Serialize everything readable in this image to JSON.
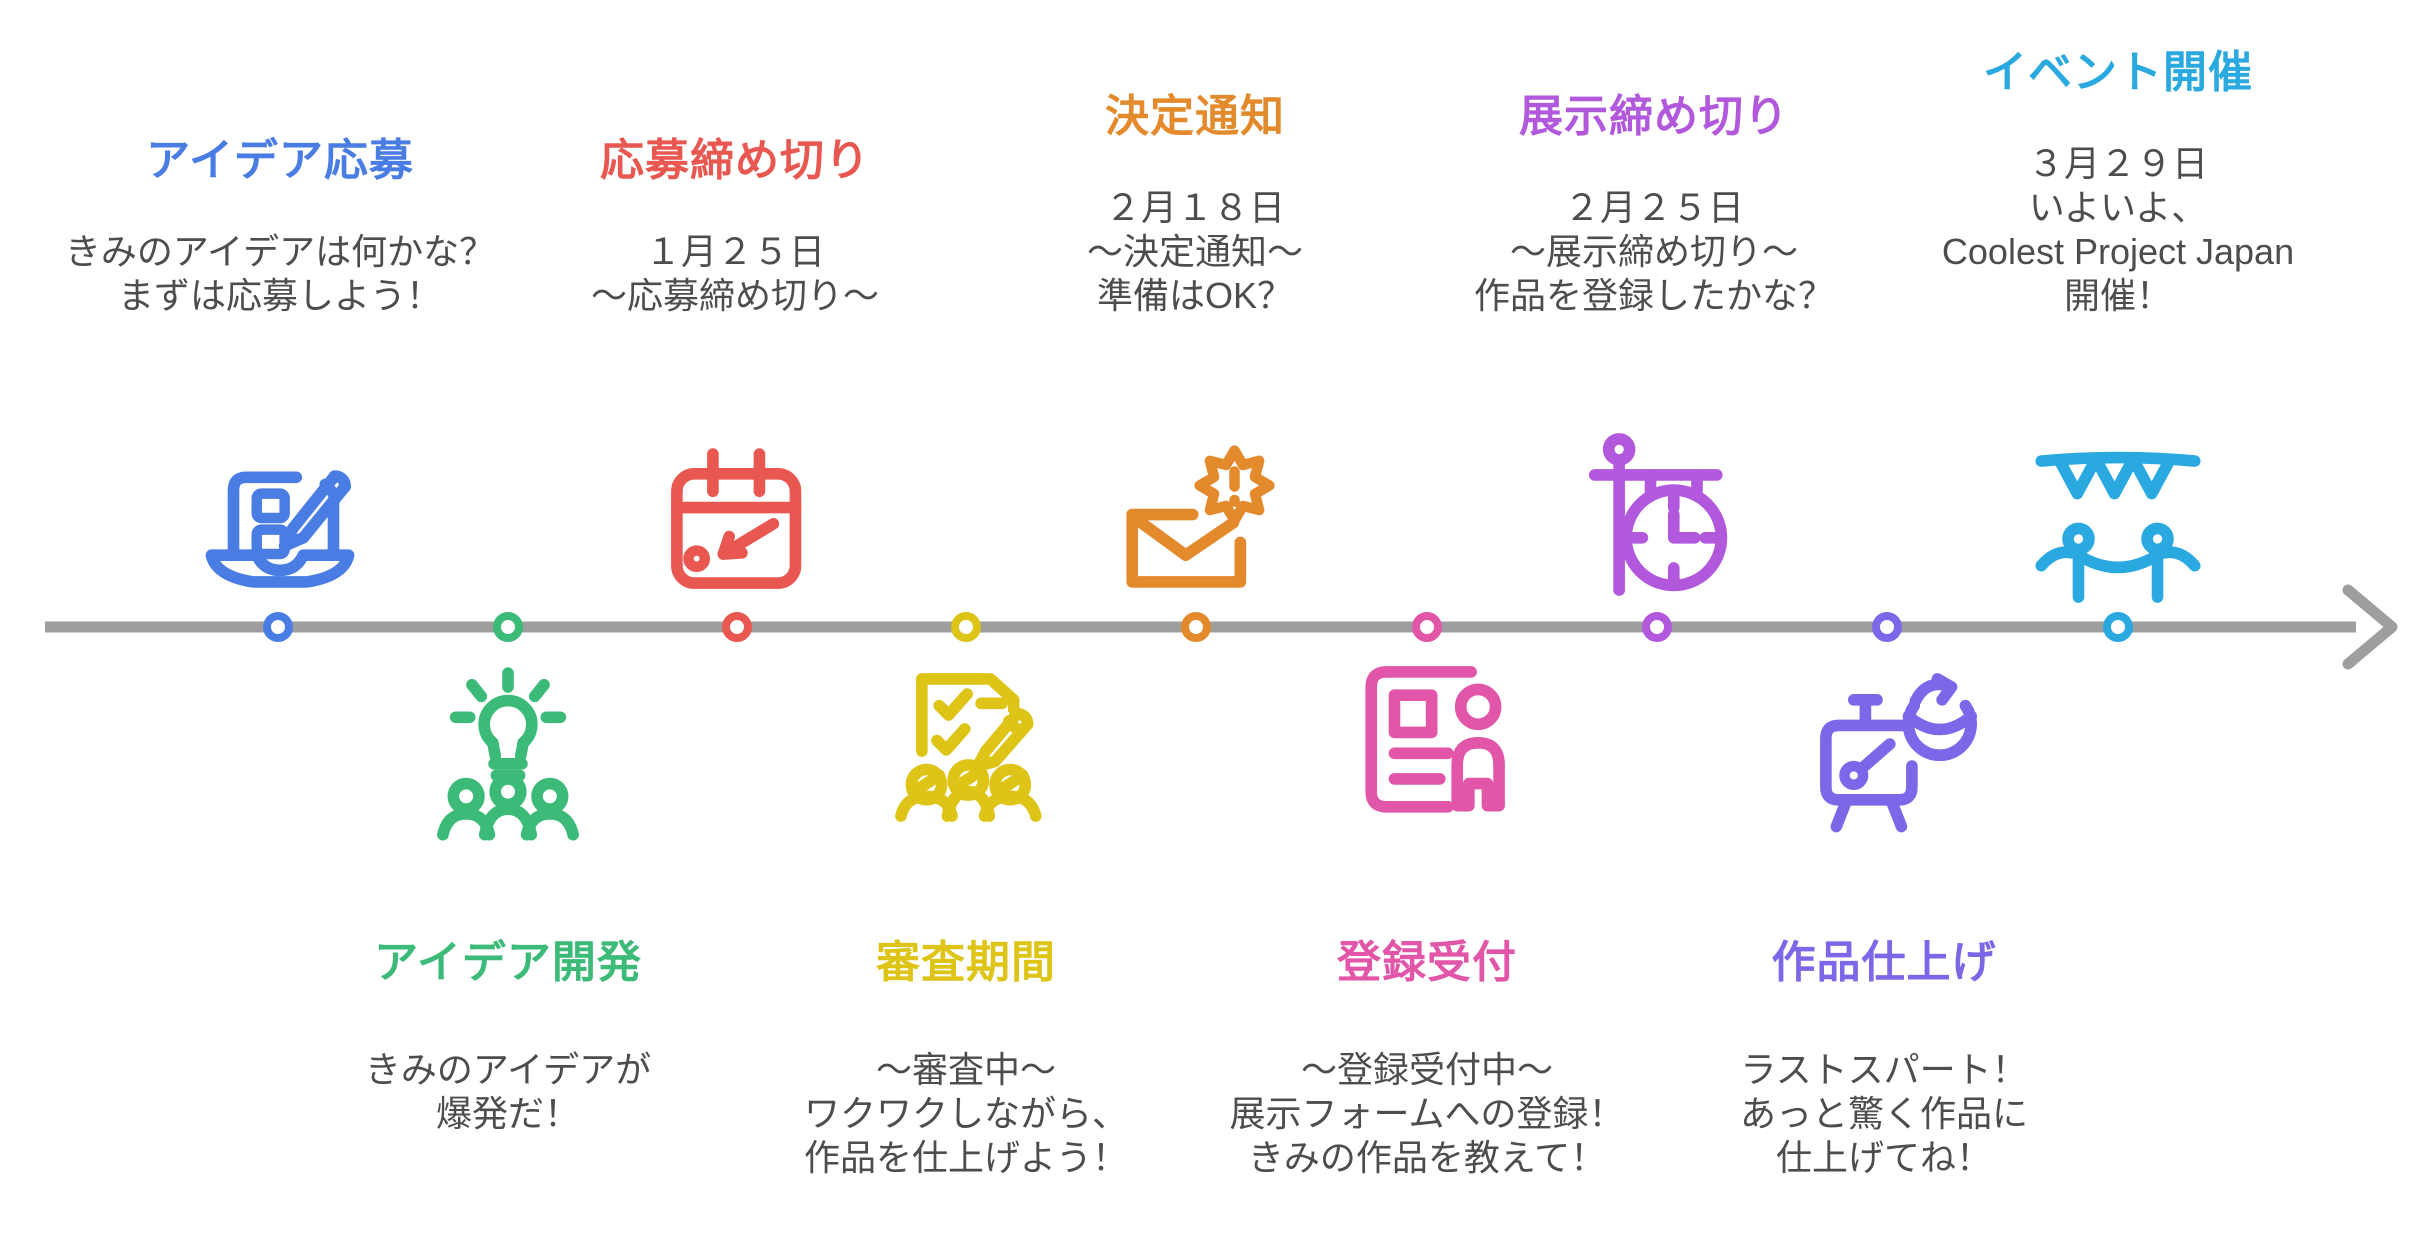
{
  "diagram": {
    "type": "timeline",
    "direction": "left-to-right",
    "line_color": "#9e9e9e",
    "body_text_color": "#4d4d4d",
    "events": [
      {
        "title": "アイデア応募",
        "color": "#4a7de4",
        "side": "top",
        "icon": "laptop-pencil-icon",
        "lines": [
          "きみのアイデアは何かな？",
          "まずは応募しよう！"
        ]
      },
      {
        "title": "アイデア開発",
        "color": "#3cba78",
        "side": "bottom",
        "icon": "idea-team-icon",
        "lines": [
          "きみのアイデアが",
          "爆発だ！"
        ]
      },
      {
        "title": "応募締め切り",
        "color": "#e85750",
        "side": "top",
        "icon": "calendar-deadline-icon",
        "lines": [
          "１月２５日",
          "～応募締め切り～"
        ]
      },
      {
        "title": "審査期間",
        "color": "#ddc417",
        "side": "bottom",
        "icon": "judging-team-icon",
        "lines": [
          "～審査中～",
          "ワクワクしながら、",
          "作品を仕上げよう！"
        ]
      },
      {
        "title": "決定通知",
        "color": "#e38a2d",
        "side": "top",
        "icon": "mail-notification-icon",
        "lines": [
          "２月１８日",
          "～決定通知～",
          "準備はOK？"
        ]
      },
      {
        "title": "登録受付",
        "color": "#e156a8",
        "side": "bottom",
        "icon": "registration-form-icon",
        "lines": [
          "～登録受付中～",
          "展示フォームへの登録！",
          "きみの作品を教えて！"
        ]
      },
      {
        "title": "展示締め切り",
        "color": "#b158dd",
        "side": "top",
        "icon": "hanging-clock-icon",
        "lines": [
          "２月２５日",
          "～展示締め切り～",
          "作品を登録したかな？"
        ]
      },
      {
        "title": "作品仕上げ",
        "color": "#7a68e8",
        "side": "bottom",
        "icon": "easel-refresh-icon",
        "lines": [
          "ラストスパート！",
          "あっと驚く作品に",
          "仕上げてね！"
        ]
      },
      {
        "title": "イベント開催",
        "color": "#29a9e0",
        "side": "top",
        "icon": "event-bunting-icon",
        "lines": [
          "３月２９日",
          "いよいよ、",
          "Coolest Project Japan",
          "開催！"
        ]
      }
    ]
  }
}
